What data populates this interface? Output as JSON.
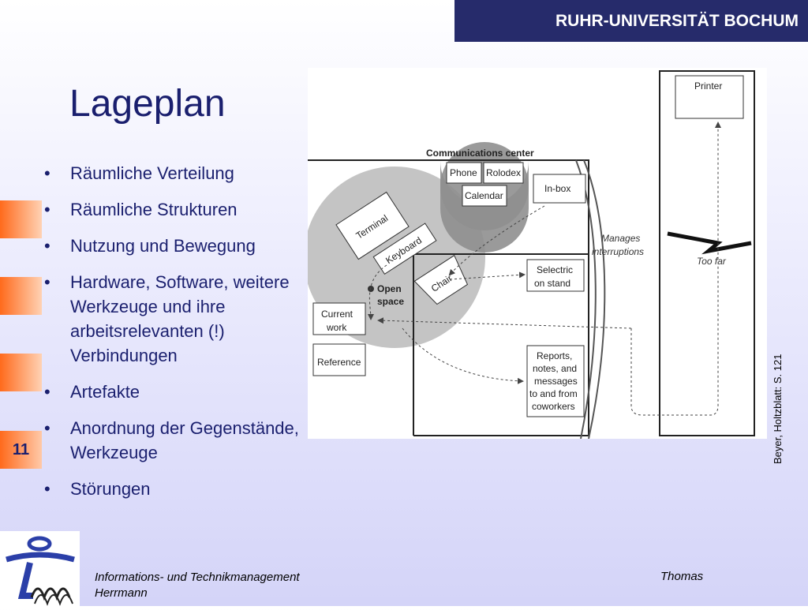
{
  "banner": {
    "text": "RUHR-UNIVERSITÄT BOCHUM"
  },
  "slide": {
    "title": "Lageplan",
    "page_number": "11",
    "credit": "Beyer, Holtzblatt: S. 121"
  },
  "bullets": [
    "Räumliche Verteilung",
    "Räumliche Strukturen",
    "Nutzung und Bewegung",
    "Hardware, Software, weitere Werkzeuge und ihre arbeitsrelevanten (!) Verbindungen",
    "Artefakte",
    "Anordnung der Gegenstände, Werkzeuge",
    "Störungen"
  ],
  "figure": {
    "communications_center": "Communications center",
    "phone": "Phone",
    "rolodex": "Rolodex",
    "calendar": "Calendar",
    "inbox": "In-box",
    "terminal": "Terminal",
    "keyboard": "Keyboard",
    "chair": "Chair",
    "open": "Open",
    "space": "space",
    "current": "Current",
    "work": "work",
    "reference": "Reference",
    "selectric": "Selectric",
    "on_stand": "on stand",
    "reports_lines": [
      "Reports,",
      "notes, and",
      "messages",
      "to and from",
      "coworkers"
    ],
    "manages": "Manages",
    "interruptions": "interruptions",
    "too_far": "Too far",
    "printer": "Printer"
  },
  "footer": {
    "left_line1": "Informations- und Technikmanagement",
    "left_line2": "Herrmann",
    "right": "Thomas"
  },
  "colors": {
    "banner_bg": "#262b6b",
    "title_text": "#1a1f6e",
    "accent_orange": "#ff6a1c",
    "logo_blue": "#2b3fa8"
  }
}
